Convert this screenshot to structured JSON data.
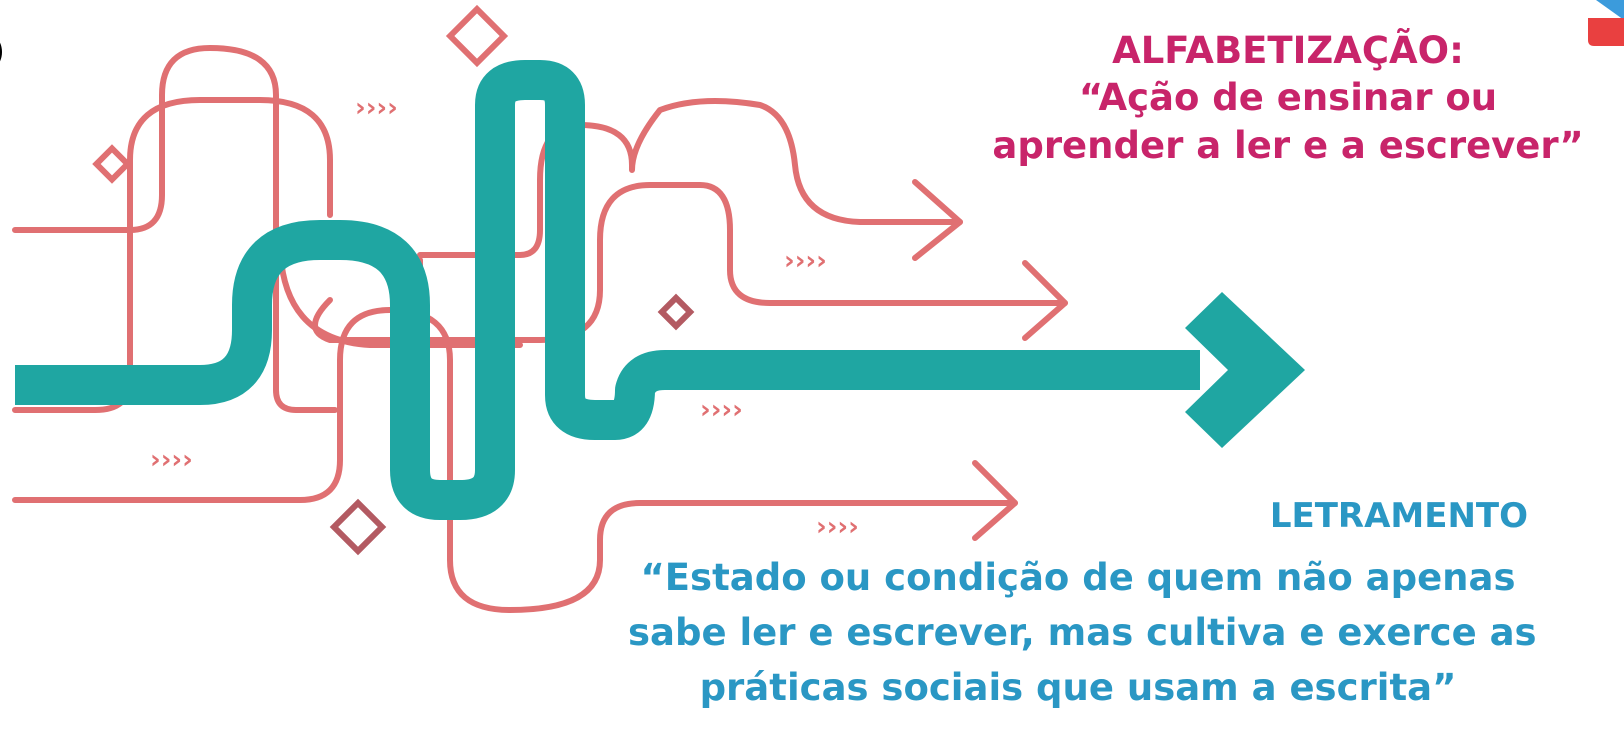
{
  "alfabetizacao": {
    "title": "ALFABETIZAÇÃO:",
    "definition_line1": "“Ação de ensinar ou",
    "definition_line2": "aprender a ler e a escrever”",
    "color": "#c8246a"
  },
  "letramento": {
    "title": "LETRAMENTO",
    "definition_line1": "“Estado ou condição de quem não apenas",
    "definition_line2": "sabe ler e escrever, mas cultiva e exerce as",
    "definition_line3": "práticas sociais que usam a escrita”",
    "color": "#2a97c4"
  },
  "chevron_marks": [
    {
      "text": "››››"
    },
    {
      "text": "››››"
    },
    {
      "text": "››››"
    },
    {
      "text": "››››"
    },
    {
      "text": "››››"
    }
  ],
  "colors": {
    "coral_path": "#e07072",
    "teal_path": "#1fa6a2",
    "diamond_dark": "#b35a62"
  },
  "icons": {
    "main_arrow": "right-arrow-icon",
    "decorative_diamonds": "diamond-icon",
    "corner": "corner-flag-icon",
    "logo": "logo-ring-icon"
  }
}
